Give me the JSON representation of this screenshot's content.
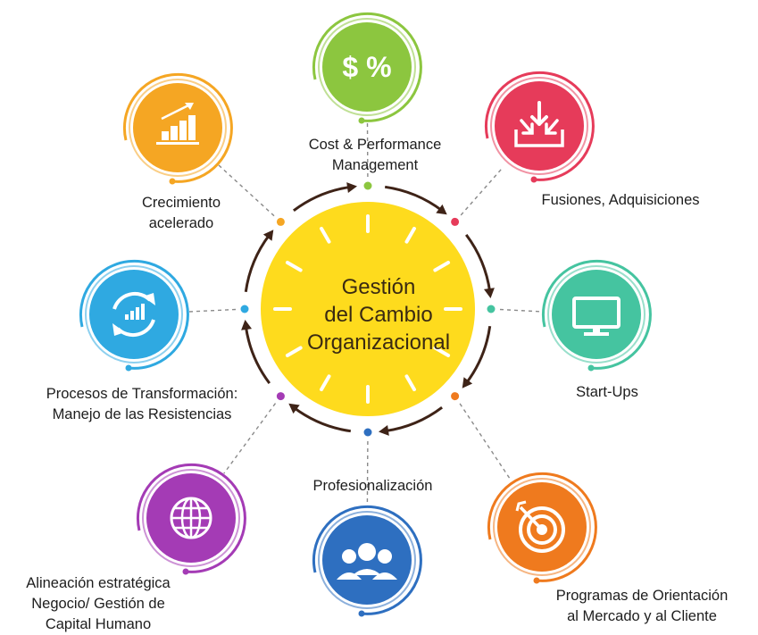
{
  "center": {
    "lines": [
      "Gestión",
      "del Cambio",
      "Organizacional"
    ],
    "color": "#FEDB1D"
  },
  "nodes": [
    {
      "id": "cost-performance",
      "label_lines": [
        "Cost & Performance",
        "Management"
      ],
      "color": "#8CC63F",
      "icon": "dollar-percent-icon",
      "icon_text": "$ %"
    },
    {
      "id": "fusiones",
      "label_lines": [
        "Fusiones, Adquisiciones"
      ],
      "color": "#E63B5A",
      "icon": "merge-inbox-icon"
    },
    {
      "id": "start-ups",
      "label_lines": [
        "Start-Ups"
      ],
      "color": "#45C4A0",
      "icon": "monitor-icon"
    },
    {
      "id": "programas",
      "label_lines": [
        "Programas de Orientación",
        "al Mercado y al Cliente"
      ],
      "color": "#EF7A1E",
      "icon": "target-icon"
    },
    {
      "id": "profesionalizacion",
      "label_lines": [
        "Profesionalización"
      ],
      "color": "#2E6FC0",
      "icon": "team-icon"
    },
    {
      "id": "alineacion",
      "label_lines": [
        "Alineación estratégica",
        "Negocio/ Gestión de",
        "Capital Humano"
      ],
      "color": "#A43BB5",
      "icon": "globe-icon"
    },
    {
      "id": "procesos",
      "label_lines": [
        "Procesos de Transformación:",
        "Manejo de las Resistencias"
      ],
      "color": "#2FA9E1",
      "icon": "cycle-chart-icon"
    },
    {
      "id": "crecimiento",
      "label_lines": [
        "Crecimiento",
        "acelerado"
      ],
      "color": "#F5A623",
      "icon": "growth-chart-icon"
    }
  ],
  "ring": {
    "arrow_color": "#3E2317",
    "connector_color": "#8A8A8A"
  }
}
